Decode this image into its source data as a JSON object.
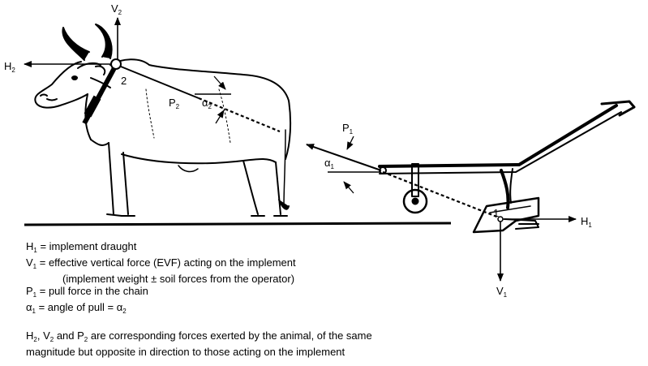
{
  "labels": {
    "h2": {
      "main": "H",
      "sub": "2"
    },
    "v2": {
      "main": "V",
      "sub": "2"
    },
    "point2": "2",
    "p2": {
      "main": "P",
      "sub": "2"
    },
    "alpha2": {
      "main": "α",
      "sub": "2"
    },
    "p1": {
      "main": "P",
      "sub": "1"
    },
    "alpha1": {
      "main": "α",
      "sub": "1"
    },
    "point1": "1",
    "h1": {
      "main": "H",
      "sub": "1"
    },
    "v1": {
      "main": "V",
      "sub": "1"
    }
  },
  "legend": [
    {
      "sym": "H",
      "sub": "1",
      "text": " = implement draught"
    },
    {
      "sym": "V",
      "sub": "1",
      "text": " = effective vertical force (EVF) acting on the implement"
    },
    {
      "sym": "",
      "sub": "",
      "text": "(implement weight ± soil forces from the operator)"
    },
    {
      "sym": "P",
      "sub": "1",
      "text": " = pull force in the chain"
    },
    {
      "sym": "α",
      "sub": "1",
      "text": " = angle of pull = α",
      "tail_sub": "2"
    }
  ],
  "note": {
    "h": "H",
    "h_sub": "2",
    "sep1": ", ",
    "v": "V",
    "v_sub": "2",
    "sep2": " and ",
    "p": "P",
    "p_sub": "2",
    "rest_line1": " are corresponding forces exerted by the animal, of the same",
    "rest_line2": "magnitude but opposite in direction to those acting on the implement"
  },
  "icons": [
    "ox-illustration",
    "plough-illustration"
  ]
}
